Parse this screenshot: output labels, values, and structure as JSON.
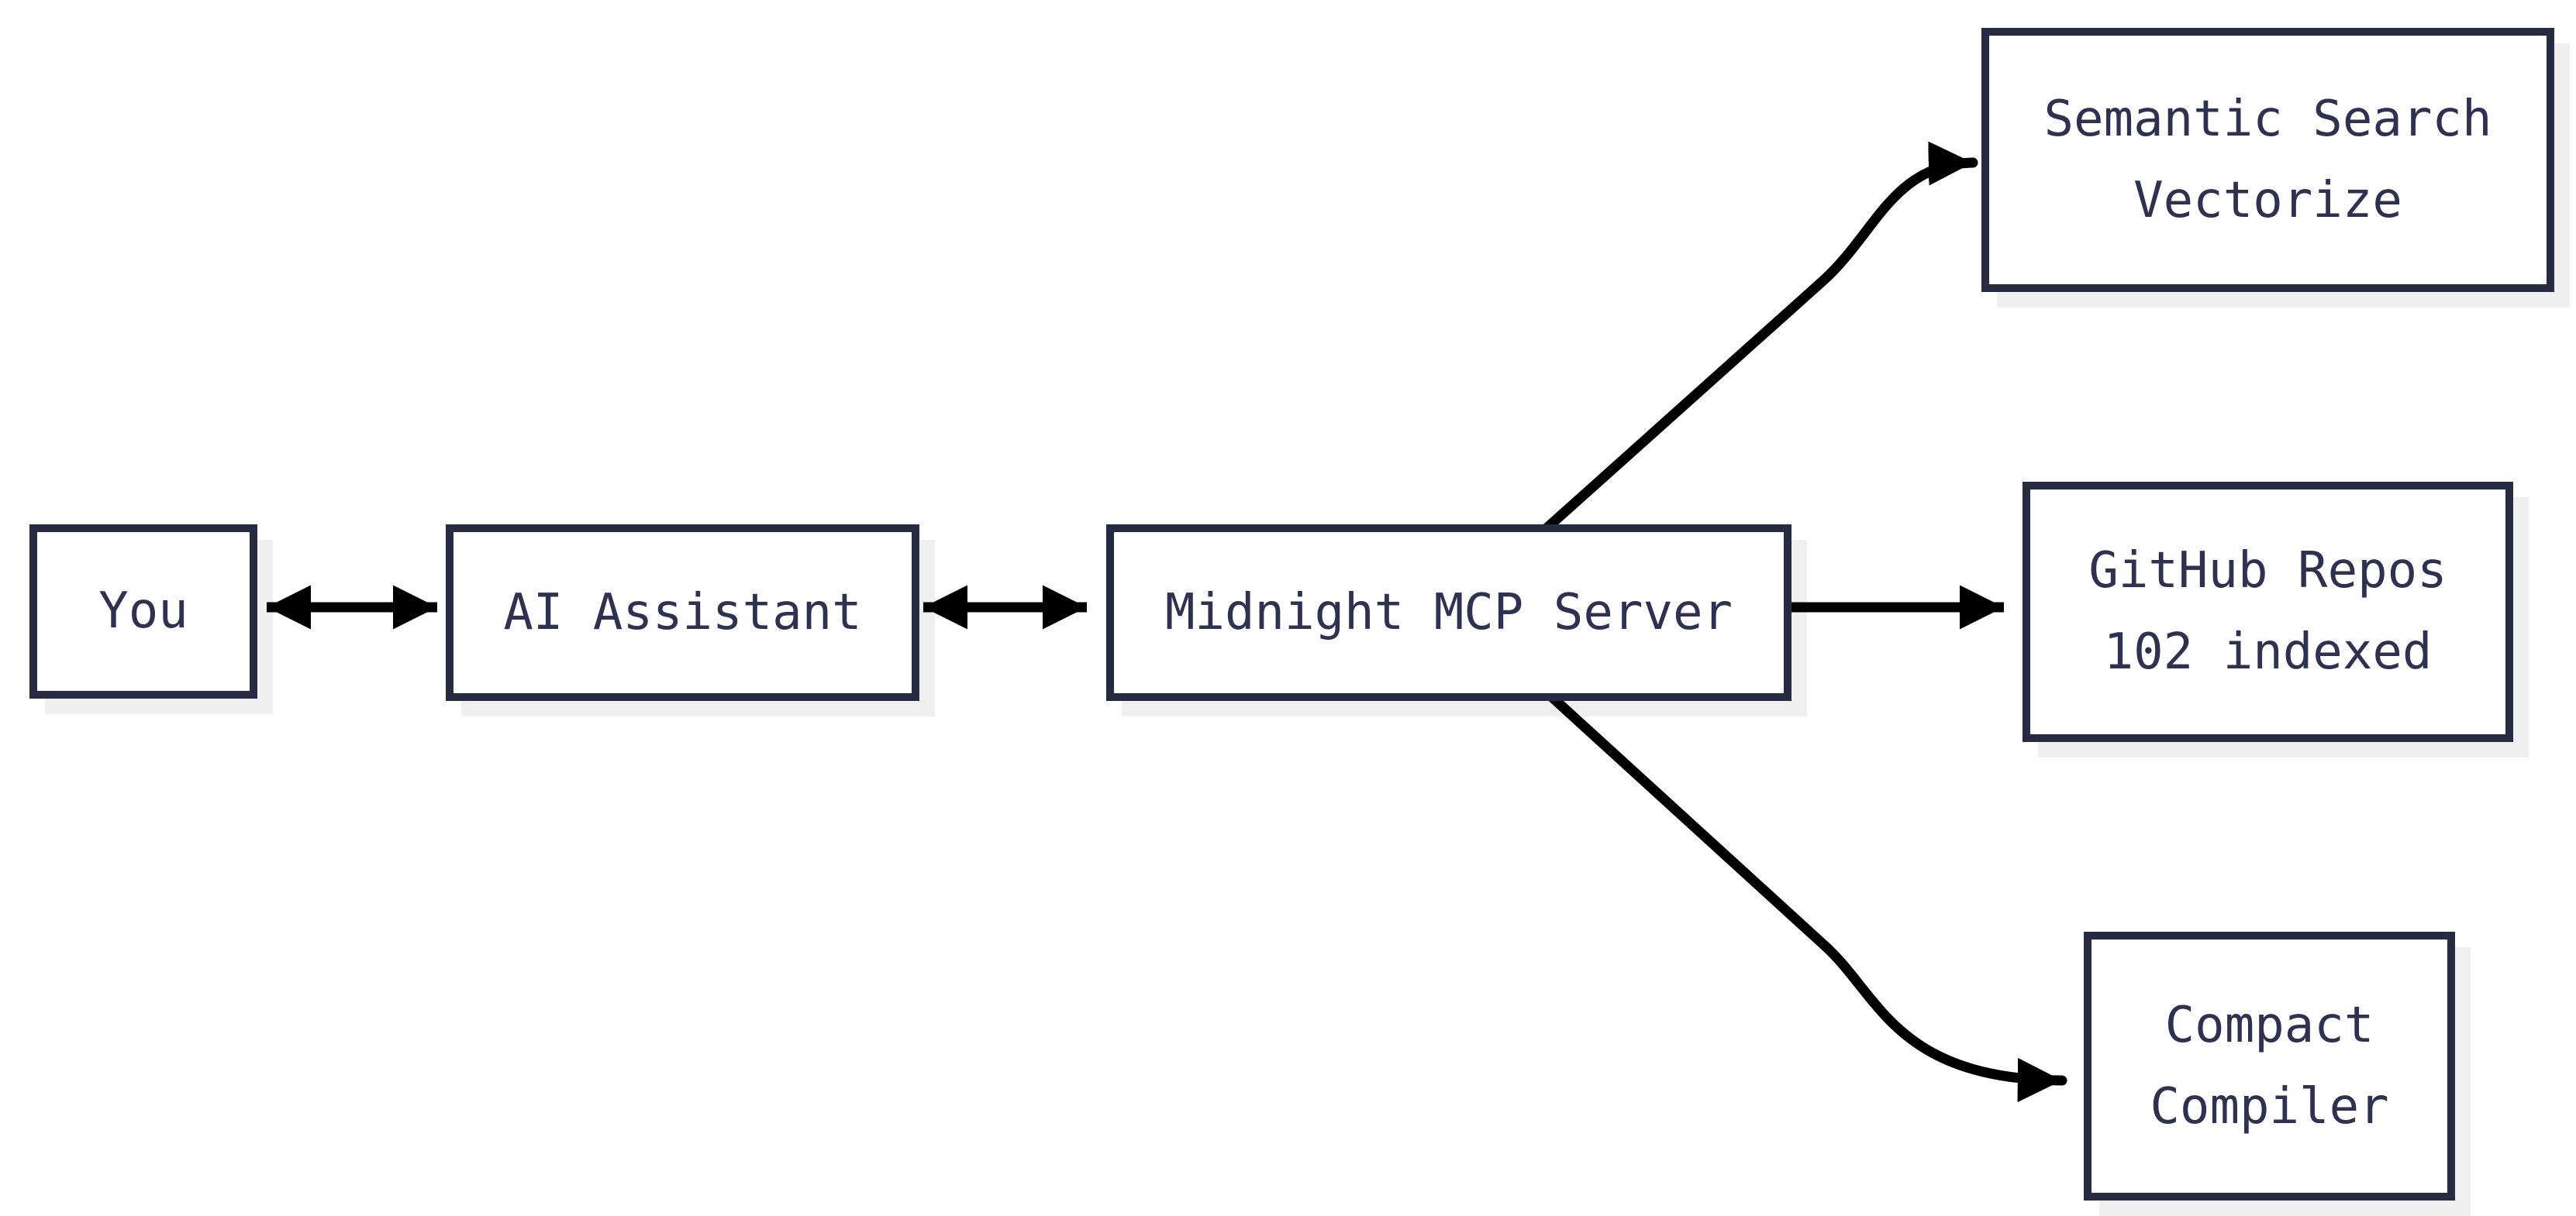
{
  "diagram": {
    "type": "flowchart",
    "background": "#ffffff",
    "colors": {
      "node_border": "#272b41",
      "node_fill": "#ffffff",
      "node_text": "#2e3150",
      "node_shadow": "#efefef",
      "arrow": "#000000"
    },
    "nodes": [
      {
        "id": "you",
        "lines": [
          "You"
        ]
      },
      {
        "id": "ai-assistant",
        "lines": [
          "AI Assistant"
        ]
      },
      {
        "id": "mcp-server",
        "lines": [
          "Midnight MCP Server"
        ]
      },
      {
        "id": "semantic-search",
        "lines": [
          "Semantic Search",
          "Vectorize"
        ]
      },
      {
        "id": "github-repos",
        "lines": [
          "GitHub Repos",
          "102 indexed"
        ]
      },
      {
        "id": "compact-compiler",
        "lines": [
          "Compact",
          "Compiler"
        ]
      }
    ],
    "edges": [
      {
        "from": "you",
        "to": "ai-assistant",
        "direction": "bidirectional",
        "shape": "straight"
      },
      {
        "from": "ai-assistant",
        "to": "mcp-server",
        "direction": "bidirectional",
        "shape": "straight"
      },
      {
        "from": "mcp-server",
        "to": "semantic-search",
        "direction": "forward",
        "shape": "curved-up"
      },
      {
        "from": "mcp-server",
        "to": "github-repos",
        "direction": "forward",
        "shape": "straight"
      },
      {
        "from": "mcp-server",
        "to": "compact-compiler",
        "direction": "forward",
        "shape": "curved-down"
      }
    ]
  }
}
